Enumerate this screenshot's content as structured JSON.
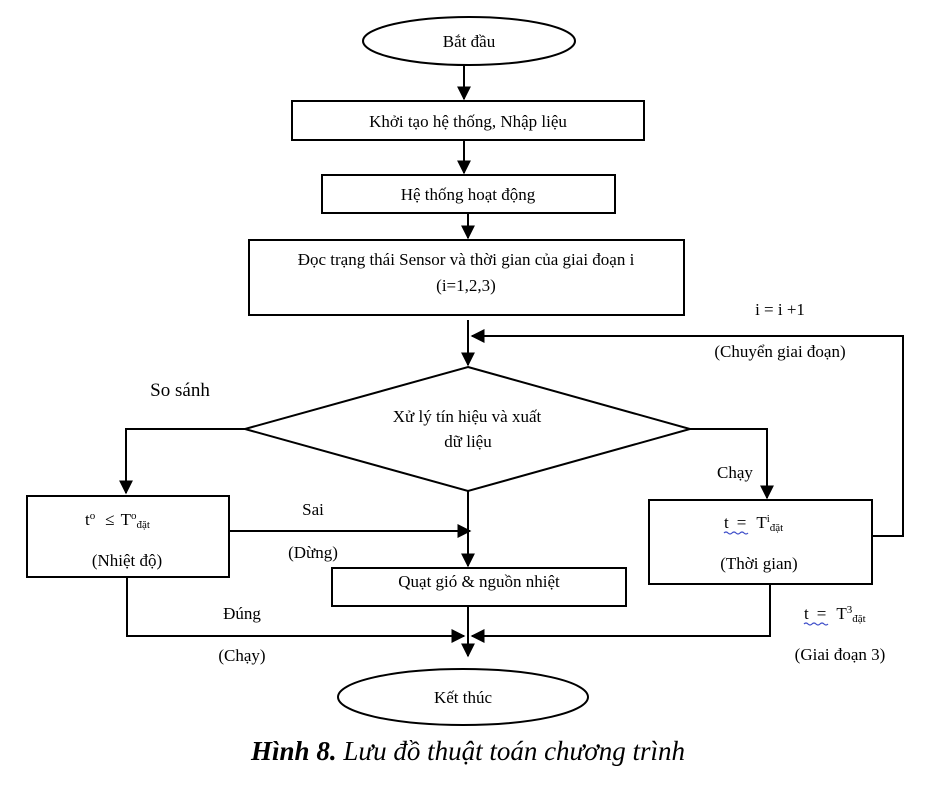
{
  "nodes": {
    "start": "Bắt đầu",
    "init": "Khởi tạo hệ thống, Nhập liệu",
    "operate": "Hệ thống hoạt động",
    "read_line1": "Đọc trạng thái Sensor và thời gian của giai đoạn i",
    "read_line2": "(i=1,2,3)",
    "process_line1": "Xử lý tín hiệu và xuất",
    "process_line2": "dữ liệu",
    "temp_cond_main": "t",
    "temp_cond_sup": "o",
    "temp_cond_op": "≤",
    "temp_cond_T": "T",
    "temp_cond_T_sup": "o",
    "temp_cond_sub": "đặt",
    "temp_label": "(Nhiệt độ)",
    "time_cond_t": "t",
    "time_cond_eq": "=",
    "time_cond_T": "T",
    "time_cond_sup": "i",
    "time_cond_sub": "đặt",
    "time_label": "(Thời gian)",
    "fan": "Quạt gió & nguồn nhiệt",
    "end": "Kết thúc"
  },
  "labels": {
    "compare": "So sánh",
    "false": "Sai",
    "stop": "(Dừng)",
    "true": "Đúng",
    "run_paren": "(Chạy)",
    "run": "Chạy",
    "increment": "i = i +1",
    "next_stage": "(Chuyển giai đoạn)",
    "stage3_t": "t",
    "stage3_eq": "=",
    "stage3_T": "T",
    "stage3_sup": "3",
    "stage3_sub": "đặt",
    "stage3_label": "(Giai đoạn 3)"
  },
  "caption": {
    "bold": "Hình 8.",
    "italic": "Lưu đồ thuật toán chương trình"
  },
  "colors": {
    "stroke": "#000000",
    "spellcheck_underline": "#3b4bc8"
  }
}
